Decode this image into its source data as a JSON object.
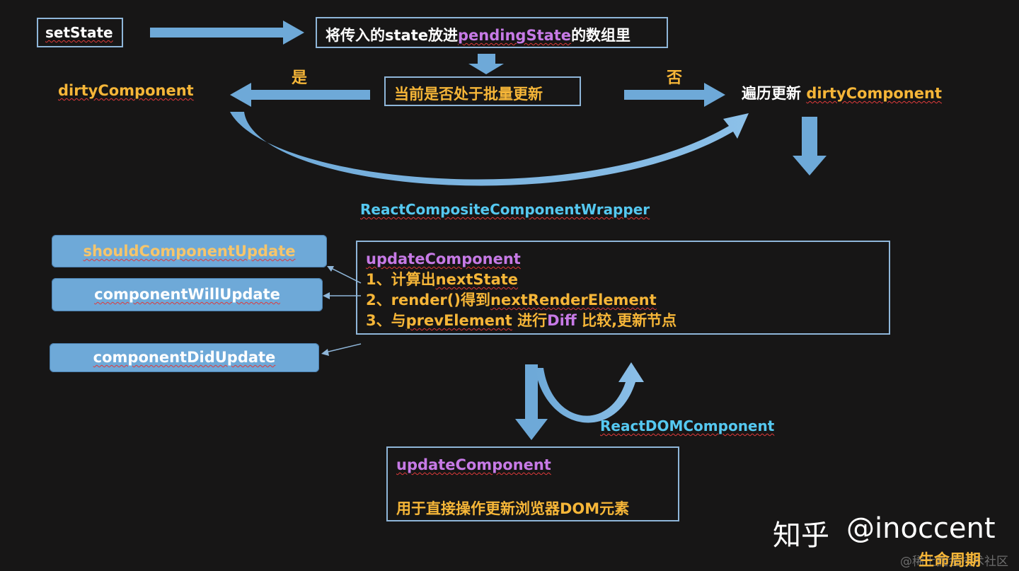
{
  "nodes": {
    "setstate": "setState",
    "push_prefix": "将传入的state放进",
    "push_key": "pendingState",
    "push_suffix": "的数组里",
    "batch_check": "当前是否处于批量更新",
    "yes_label": "是",
    "no_label": "否",
    "dirty": "dirtyComponent",
    "traverse_prefix": "遍历更新 ",
    "traverse_key": "dirtyComponent",
    "wrapper": "ReactCompositeComponentWrapper",
    "should_update": "shouldComponentUpdate",
    "will_update": "componentWillUpdate",
    "did_update": "componentDidUpdate",
    "update_title": "updateComponent",
    "step1_prefix": "1、计算出",
    "step1_key": "nextState",
    "step2_prefix": "2、render()得到",
    "step2_key": "nextRenderElement",
    "step3_prefix": "3、与",
    "step3_key": "prevElement",
    "step3_mid": " 进行",
    "step3_key2": "Diff",
    "step3_suffix": " 比较,更新节点",
    "dom_label": "ReactDOMComponent",
    "dom_title": "updateComponent",
    "dom_desc": "用于直接操作更新浏览器DOM元素",
    "lifecycle": "生命周期"
  },
  "watermark": {
    "site": "知乎",
    "handle": "@inoccent",
    "faint": "@稀土掘金技术社区"
  },
  "colors": {
    "background": "#171616",
    "arrow": "#6ea9d8",
    "yellow": "#f6b638",
    "purple": "#c77ae6",
    "cyan": "#55c8f0"
  }
}
